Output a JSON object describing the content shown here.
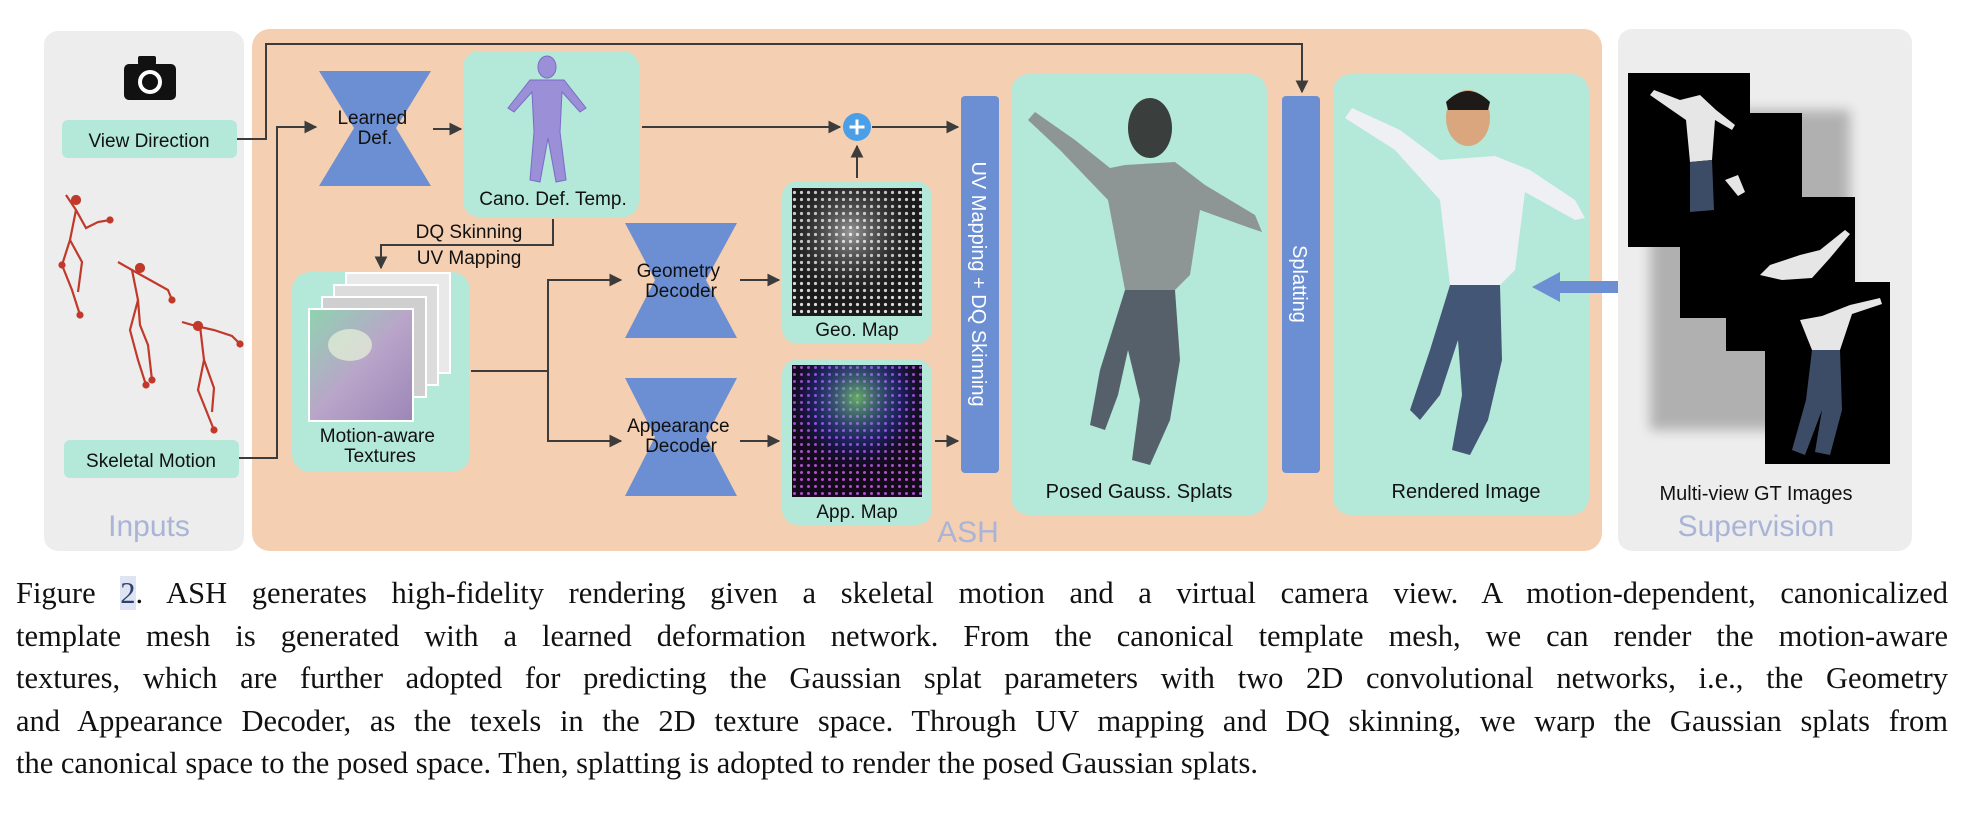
{
  "colors": {
    "panel_gray": "#ededed",
    "panel_orange": "#f4cfb2",
    "mint": "#b4e8d9",
    "blue": "#6b8fd2",
    "arrow": "#3c3c3c",
    "faded_label": "#a9b4d6"
  },
  "icons": {
    "camera": "camera-icon",
    "plus": "plus-circle-icon"
  },
  "inputs": {
    "section_label": "Inputs",
    "view_direction": "View Direction",
    "skeletal_motion": "Skeletal Motion"
  },
  "ash": {
    "section_label": "ASH",
    "learned_def": [
      "Learned",
      "Def."
    ],
    "cano_def_temp": "Cano. Def. Temp.",
    "dq_skinning": "DQ Skinning",
    "uv_mapping": "UV Mapping",
    "motion_aware_textures": [
      "Motion-aware",
      "Textures"
    ],
    "geometry_decoder": [
      "Geometry",
      "Decoder"
    ],
    "appearance_decoder": [
      "Appearance",
      "Decoder"
    ],
    "geo_map": "Geo. Map",
    "app_map": "App. Map",
    "uv_dq_bar": "UV Mapping + DQ Skinning",
    "posed_gauss_splats": "Posed Gauss. Splats",
    "splatting": "Splatting",
    "rendered_image": "Rendered Image"
  },
  "supervision": {
    "section_label": "Supervision",
    "gt_images": "Multi-view GT Images"
  },
  "caption": {
    "fig_prefix": "Figure ",
    "fig_num": "2",
    "lines": [
      ".  ASH generates high-fidelity rendering given a skeletal motion and a virtual camera view.  A motion-dependent, canonicalized",
      "template mesh is generated with a learned deformation network.  From the canonical template mesh, we can render the motion-aware",
      "textures, which are further adopted for predicting the Gaussian splat parameters with two 2D convolutional networks, i.e., the Geometry",
      "and Appearance Decoder, as the texels in the 2D texture space. Through UV mapping and DQ skinning, we warp the Gaussian splats from",
      "the canonical space to the posed space. Then, splatting is adopted to render the posed Gaussian splats."
    ]
  }
}
